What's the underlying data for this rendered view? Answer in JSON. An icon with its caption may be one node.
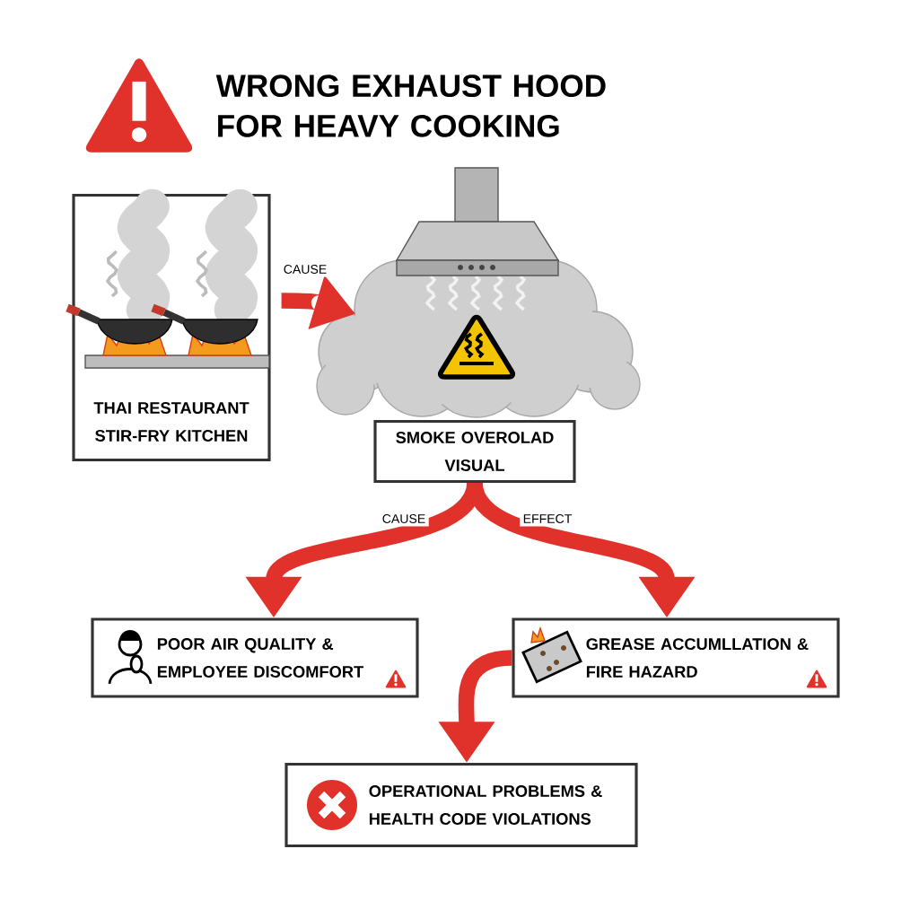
{
  "diagram": {
    "title": "WRONG EXHAUST HOOD FOR HEAVY COOKING",
    "nodes": [
      {
        "text": [
          "THAI RESTAURANT STIR-FRY KITCHEN"
        ]
      },
      {
        "text": [],
        "shape": "picture"
      },
      {
        "text": [
          "SMOKE OVEROLAD VISUAL"
        ]
      },
      {
        "text": [
          "POOR AIR QUALITY & EMPLOYEE DISCOMFORT"
        ]
      },
      {
        "text": [
          "GREASE ACCUMLLATION & FIRE HAZARD"
        ]
      },
      {
        "text": [
          "OPERATIONAL PROBLEMS & HEALTH CODE VIOLATIONS"
        ]
      }
    ],
    "edges": [
      {
        "from": 0,
        "to": 1,
        "arrow": "to",
        "label": "CAUSE"
      },
      {
        "from": 2,
        "to": 3,
        "arrow": "to",
        "label": "CAUSE"
      },
      {
        "from": 2,
        "to": 4,
        "arrow": "to",
        "label": "EFFECT"
      },
      {
        "from": 4,
        "to": 5,
        "arrow": "to"
      }
    ]
  }
}
